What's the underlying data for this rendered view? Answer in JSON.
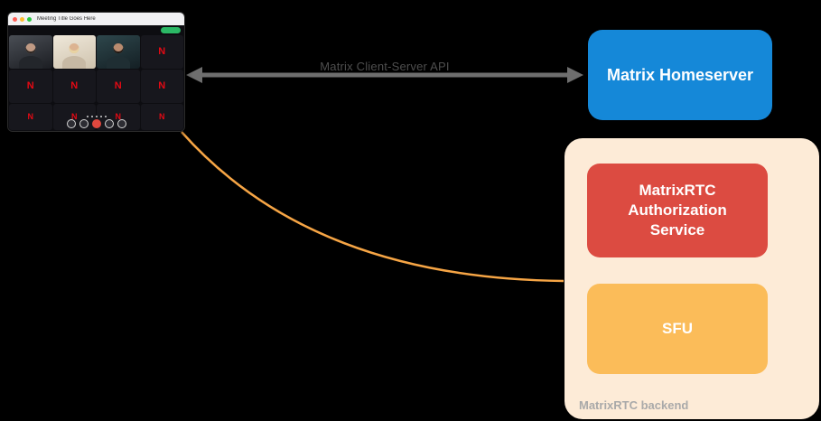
{
  "colors": {
    "background": "#000000",
    "homeserver_blue": "#1588d8",
    "auth_service_red": "#dc4b41",
    "sfu_orange": "#fbbc59",
    "backend_peach": "#fdebd7",
    "curve_orange": "#f6a545",
    "arrow_gray": "#6e6e6e",
    "avatar_letter_red": "#e50914"
  },
  "arrow": {
    "label": "Matrix Client-Server API"
  },
  "homeserver": {
    "label": "Matrix Homeserver"
  },
  "backend": {
    "label": "MatrixRTC backend",
    "auth_service": {
      "label": "MatrixRTC Authorization Service"
    },
    "sfu": {
      "label": "SFU"
    }
  },
  "client_window": {
    "title": "Meeting Title Goes Here",
    "avatar_letter": "N"
  }
}
